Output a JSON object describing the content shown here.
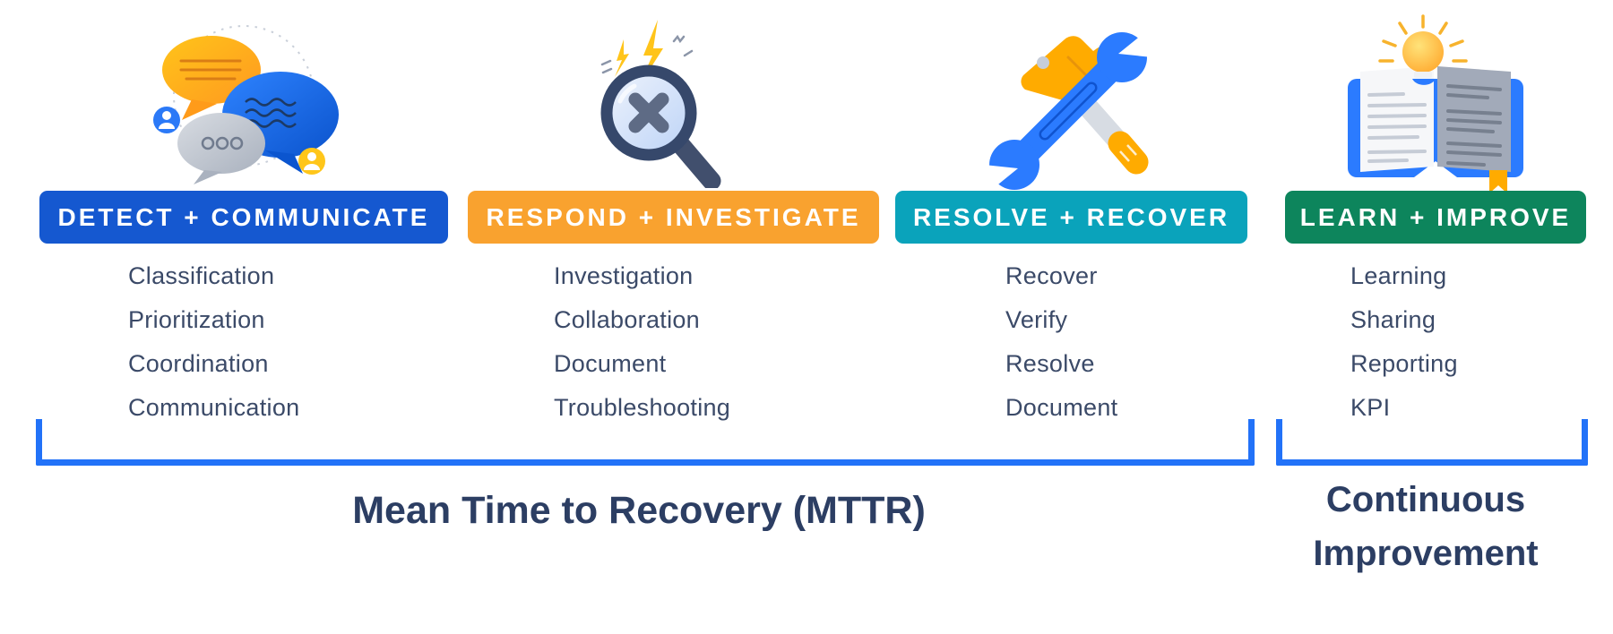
{
  "diagram": {
    "columns": [
      {
        "banner": "DETECT + COMMUNICATE",
        "color": "#1558d0",
        "icon": "chat-bubbles-icon",
        "items": [
          "Classification",
          "Prioritization",
          "Coordination",
          "Communication"
        ]
      },
      {
        "banner": "RESPOND + INVESTIGATE",
        "color": "#f9a22f",
        "icon": "magnifier-error-icon",
        "items": [
          "Investigation",
          "Collaboration",
          "Document",
          "Troubleshooting"
        ]
      },
      {
        "banner": "RESOLVE + RECOVER",
        "color": "#0aa3bb",
        "icon": "hammer-wrench-icon",
        "items": [
          "Recover",
          "Verify",
          "Resolve",
          "Document"
        ]
      },
      {
        "banner": "LEARN + IMPROVE",
        "color": "#0d855c",
        "icon": "book-lightbulb-icon",
        "items": [
          "Learning",
          "Sharing",
          "Reporting",
          "KPI"
        ]
      }
    ],
    "brackets": [
      {
        "label": "Mean Time to Recovery (MTTR)",
        "color": "#2272f8"
      },
      {
        "label": "Continuous Improvement",
        "color": "#2272f8"
      }
    ],
    "colors": {
      "background": "#ffffff",
      "list_text": "#3b4a68",
      "heading_text": "#2c3e63"
    }
  }
}
